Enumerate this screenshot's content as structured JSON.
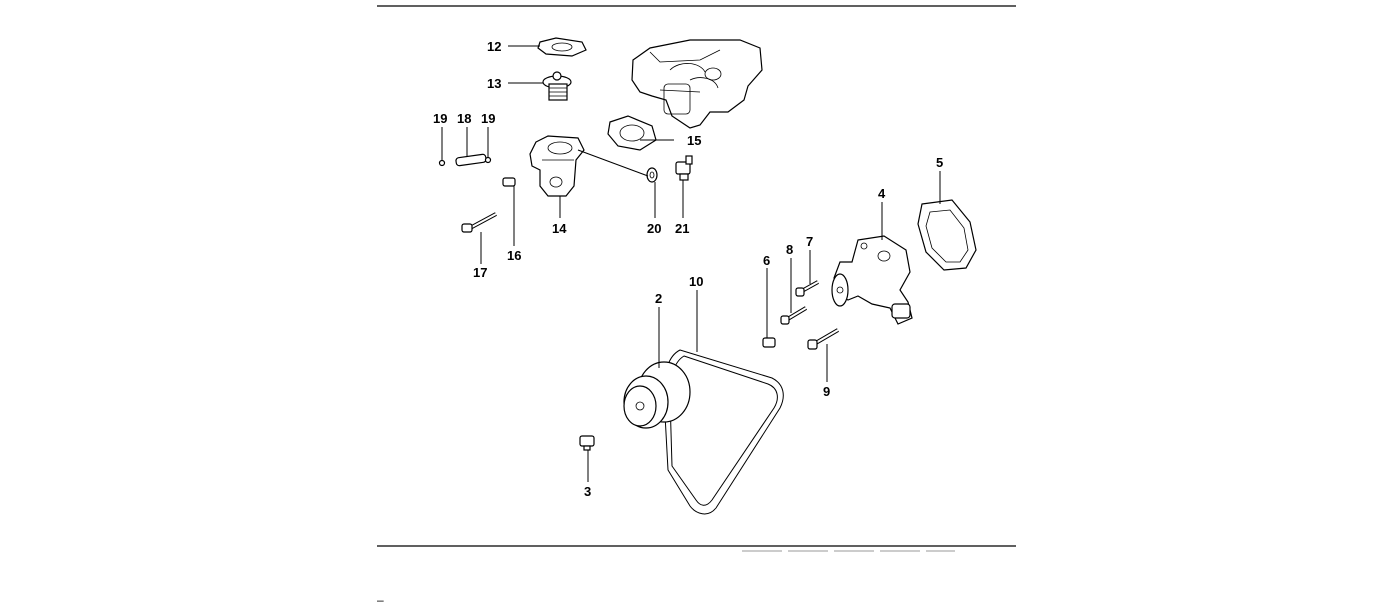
{
  "figure": {
    "type": "exploded-parts-diagram",
    "colors": {
      "ink": "#000000",
      "background": "#ffffff"
    },
    "callouts": [
      "12",
      "13",
      "19",
      "18",
      "19",
      "15",
      "14",
      "20",
      "21",
      "16",
      "17",
      "5",
      "4",
      "7",
      "8",
      "6",
      "10",
      "2",
      "9",
      "3"
    ]
  },
  "footer": {
    "mark": "–"
  }
}
